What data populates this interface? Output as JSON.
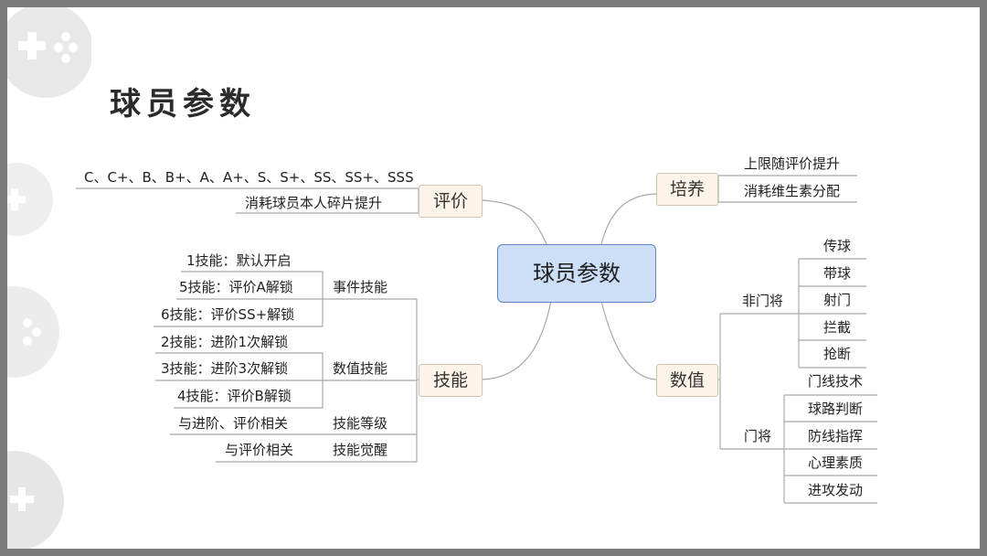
{
  "slide": {
    "title": "球员参数"
  },
  "mindmap": {
    "center": "球员参数",
    "pingjia": {
      "label": "评价",
      "children": [
        "C、C+、B、B+、A、A+、S、S+、SS、SS+、SSS",
        "消耗球员本人碎片提升"
      ]
    },
    "jineng": {
      "label": "技能",
      "groups": [
        {
          "label": "事件技能",
          "items": [
            "1技能：默认开启",
            "5技能：评价A解锁",
            "6技能：评价SS+解锁"
          ]
        },
        {
          "label": "数值技能",
          "items": [
            "2技能：进阶1次解锁",
            "3技能：进阶3次解锁",
            "4技能：评价B解锁"
          ]
        },
        {
          "label": "技能等级",
          "items": [
            "与进阶、评价相关"
          ]
        },
        {
          "label": "技能觉醒",
          "items": [
            "与评价相关"
          ]
        }
      ]
    },
    "peiyang": {
      "label": "培养",
      "children": [
        "上限随评价提升",
        "消耗维生素分配"
      ]
    },
    "shuzhi": {
      "label": "数值",
      "groups": [
        {
          "label": "非门将",
          "items": [
            "传球",
            "带球",
            "射门",
            "拦截",
            "抢断"
          ]
        },
        {
          "label": "门将",
          "items": [
            "门线技术",
            "球路判断",
            "防线指挥",
            "心理素质",
            "进攻发动"
          ]
        }
      ]
    }
  },
  "colors": {
    "center_fill": "#cddff7",
    "center_border": "#5f86c4",
    "node_fill": "#fcf4e9",
    "line": "#a9a9a9"
  }
}
